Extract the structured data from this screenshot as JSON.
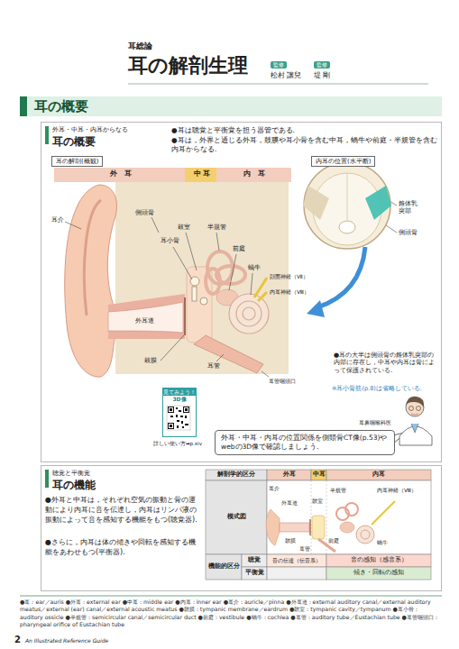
{
  "diagram": {
    "title": "耳の解剖生理",
    "nodes": [
      {
        "text": [
          "耳の概要"
        ]
      },
      {
        "text": [
          "外耳・中耳・内耳からなる",
          "耳の概要",
          "●耳は聴覚と平衡覚を担う器管である.",
          "●耳は，外界と通じる外耳，鼓膜や耳小骨を含む中耳，蝸牛や前庭・半規管を含む内耳からなる."
        ]
      },
      {
        "text": [
          "耳の解剖(概観)"
        ],
        "in": 1
      },
      {
        "text": [
          "外　耳"
        ],
        "in": 1
      },
      {
        "text": [
          "中 耳"
        ],
        "in": 1
      },
      {
        "text": [
          "内　耳"
        ],
        "in": 1
      },
      {
        "text": [
          "内耳の位置(水平断)"
        ],
        "in": 1
      },
      {
        "text": [
          "見てみよう！",
          "3D像"
        ],
        "in": 1
      },
      {
        "text": [
          "外耳・中耳・内耳の位置関係を側頭骨CT像(p.53)やwebの3D像で確認しましょう."
        ],
        "in": 1
      },
      {
        "text": [
          "聴覚と平衡覚",
          "耳の機能",
          "●外耳と中耳は，それぞれ空気の振動と骨の運動により内耳に音を伝達し，内耳はリンパ液の振動によって音を感知する機能をもつ(聴覚器).",
          "●さらに，内耳は体の傾きや回転を感知する機能をあわせもつ(平衡器)."
        ]
      }
    ],
    "labels": [
      "耳総論",
      "耳の解剖生理",
      "監修",
      "松村 讓兒",
      "監修",
      "堤 剛",
      "側頭骨",
      "鼓室",
      "半規管",
      "耳小骨",
      "前庭",
      "蝸牛",
      "顔面神経（Ⅶ）",
      "内耳神経（Ⅷ）",
      "耳介",
      "外耳道",
      "鼓膜",
      "耳管",
      "耳管咽頭口",
      "錐体乳突部",
      "側頭骨",
      "●耳の大半は側頭骨の錐体乳突部の内部に存在し，中耳や内耳は骨によって保護されている.",
      "※耳小骨筋(p.8)は省略している.",
      "詳しい使い方➡p.xiv",
      "耳鼻咽喉科医",
      "解剖学的区分",
      "外耳",
      "中耳",
      "内耳",
      "模式図",
      "耳介",
      "外耳道",
      "鼓室",
      "半規管",
      "内耳神経（Ⅷ）",
      "前庭",
      "鼓膜",
      "耳管",
      "蝸牛",
      "機能的区分",
      "聴覚",
      "音の伝達（伝音系）",
      "音の感知（感音系）",
      "平衡覚",
      "傾き・回転の感知",
      "●耳：ear／auris ●外耳：external ear ●中耳：middle ear ●内耳：inner ear ●耳介：auricle／pinna ●外耳道：external auditory canal／external auditory meatus／external (ear) canal／external acoustic meatus ●鼓膜：tympanic membrane／eardrum ●鼓室：tympanic cavity／tympanum ●耳小骨：auditory ossicle ●半規管：semicircular canal／semicircular duct ●前庭：vestibule ●蝸牛：cochlea ●耳管：auditory tube／Eustachian tube ●耳管咽頭口：pharyngeal orifice of Eustachian tube",
      "2",
      "An Illustrated Reference Guide"
    ]
  }
}
